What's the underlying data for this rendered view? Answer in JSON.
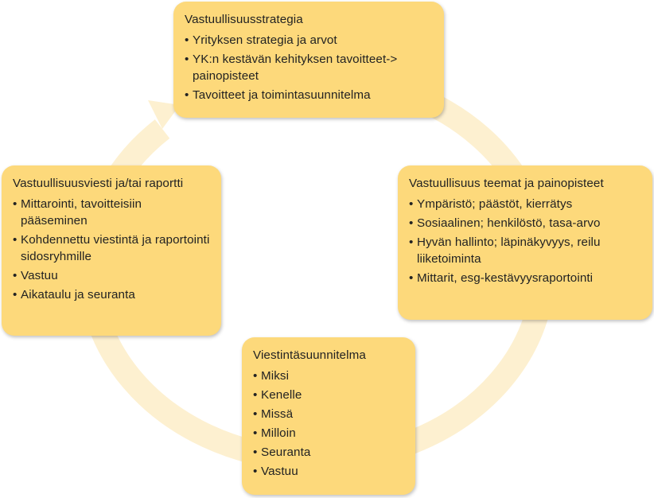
{
  "colors": {
    "box_fill": "#fdd97b",
    "ring": "#fdf0d0"
  },
  "boxes": {
    "strategy": {
      "title": "Vastuullisuusstrategia",
      "items": [
        "Yrityksen strategia ja arvot",
        "YK:n kestävän kehityksen tavoitteet-> painopisteet",
        "Tavoitteet ja toimintasuunnitelma"
      ]
    },
    "themes": {
      "title": "Vastuullisuus teemat ja painopisteet",
      "items": [
        "Ympäristö; päästöt, kierrätys",
        "Sosiaalinen; henkilöstö, tasa-arvo",
        "Hyvän hallinto; läpinäkyvyys, reilu liiketoiminta",
        "Mittarit, esg-kestävyysraportointi"
      ]
    },
    "comms": {
      "title": "Viestintäsuunnitelma",
      "items": [
        "Miksi",
        "Kenelle",
        "Missä",
        "Milloin",
        "Seuranta",
        "Vastuu"
      ]
    },
    "report": {
      "title": "Vastuullisuusviesti ja/tai raportti",
      "items": [
        "Mittarointi, tavoitteisiin pääseminen",
        "Kohdennettu viestintä ja raportointi sidosryhmille",
        "Vastuu",
        "Aikataulu ja seuranta"
      ]
    }
  }
}
